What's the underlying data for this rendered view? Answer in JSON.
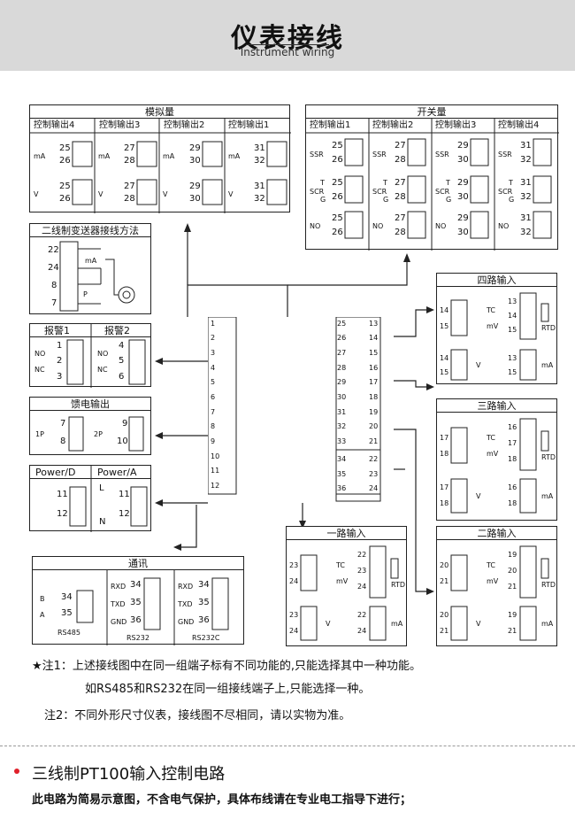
{
  "header": {
    "title": "仪表接线",
    "subtitle": "Instrument wiring"
  },
  "analog": {
    "title": "模拟量",
    "cols": [
      "控制输出4",
      "控制输出3",
      "控制输出2",
      "控制输出1"
    ],
    "pairs": [
      [
        "25",
        "26"
      ],
      [
        "27",
        "28"
      ],
      [
        "29",
        "30"
      ],
      [
        "31",
        "32"
      ]
    ],
    "ma": "mA",
    "v": "V"
  },
  "switch": {
    "title": "开关量",
    "cols": [
      "控制输出1",
      "控制输出2",
      "控制输出3",
      "控制输出4"
    ],
    "pairs": [
      [
        "25",
        "26"
      ],
      [
        "27",
        "28"
      ],
      [
        "29",
        "30"
      ],
      [
        "31",
        "32"
      ]
    ],
    "ssr": "SSR",
    "scr": "SCR",
    "no": "NO",
    "t": "T",
    "g": "G"
  },
  "twowire": {
    "title": "二线制变送器接线方法",
    "terms": [
      "22",
      "24",
      "8",
      "7"
    ],
    "ma": "mA",
    "p": "P"
  },
  "alarm": {
    "titles": [
      "报警1",
      "报警2"
    ],
    "terms1": [
      "1",
      "2",
      "3"
    ],
    "terms2": [
      "4",
      "5",
      "6"
    ],
    "no": "NO",
    "nc": "NC"
  },
  "feed": {
    "title": "馈电输出",
    "terms": [
      "7",
      "8",
      "9",
      "10"
    ],
    "p1": "1P",
    "p2": "2P"
  },
  "power": {
    "titles": [
      "Power/D",
      "Power/A"
    ],
    "terms": [
      "11",
      "12"
    ],
    "l": "L",
    "n": "N"
  },
  "comm": {
    "title": "通讯",
    "rs485": {
      "labels": [
        "B",
        "A"
      ],
      "terms": [
        "34",
        "35"
      ],
      "name": "RS485"
    },
    "rs232": {
      "labels": [
        "RXD",
        "TXD",
        "GND"
      ],
      "terms": [
        "34",
        "35",
        "36"
      ],
      "name": "RS232"
    },
    "rs232c": {
      "labels": [
        "RXD",
        "TXD",
        "GND"
      ],
      "terms": [
        "34",
        "35",
        "36"
      ],
      "name": "RS232C"
    }
  },
  "terminal": {
    "left": [
      "1",
      "2",
      "3",
      "4",
      "5",
      "6",
      "7",
      "8",
      "9",
      "10",
      "11",
      "12"
    ],
    "mid": [
      "25",
      "26",
      "27",
      "28",
      "29",
      "30",
      "31",
      "32",
      "33",
      "34",
      "35",
      "36"
    ],
    "right": [
      "13",
      "14",
      "15",
      "16",
      "17",
      "18",
      "19",
      "20",
      "21",
      "22",
      "23",
      "24"
    ]
  },
  "inputs": {
    "in4": {
      "title": "四路输入",
      "a": [
        "14",
        "15"
      ],
      "b": [
        "13",
        "14",
        "15"
      ]
    },
    "in3": {
      "title": "三路输入",
      "a": [
        "17",
        "18"
      ],
      "b": [
        "16",
        "17",
        "18"
      ]
    },
    "in1": {
      "title": "一路输入",
      "a": [
        "23",
        "24"
      ],
      "b": [
        "22",
        "23",
        "24"
      ]
    },
    "in2": {
      "title": "二路输入",
      "a": [
        "20",
        "21"
      ],
      "b": [
        "19",
        "20",
        "21"
      ]
    },
    "tc": "TC",
    "mv": "mV",
    "rtd": "RTD",
    "v": "V",
    "ma": "mA"
  },
  "notes": {
    "n1a": "★注1：上述接线图中在同一组端子标有不同功能的,只能选择其中一种功能。",
    "n1b": "如RS485和RS232在同一组接线端子上,只能选择一种。",
    "n2": "注2：不同外形尺寸仪表，接线图不尽相同，请以实物为准。"
  },
  "section": {
    "title": "三线制PT100输入控制电路",
    "desc": "此电路为简易示意图，不含电气保护，具体布线请在专业电工指导下进行；"
  },
  "colors": {
    "accent": "#e0202a",
    "header_bg": "#d9d9d9"
  }
}
